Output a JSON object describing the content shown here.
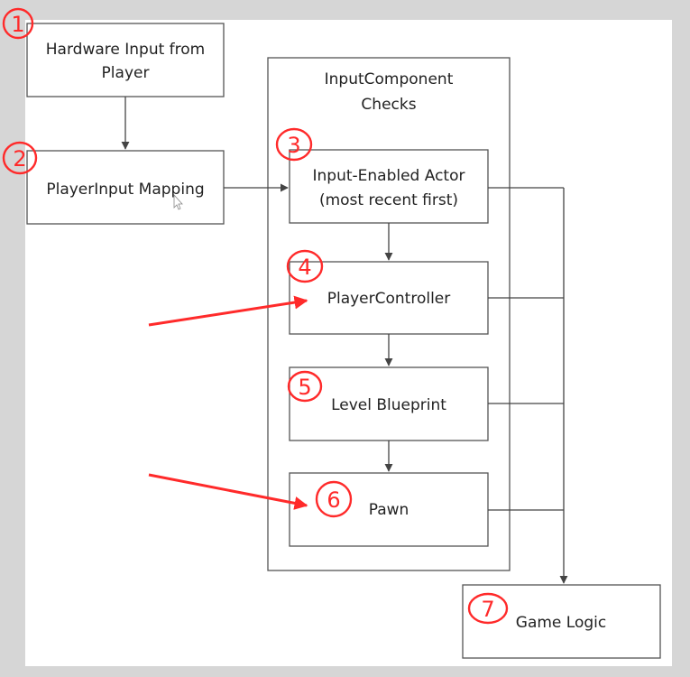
{
  "colors": {
    "background": "#d6d6d6",
    "panel": "#ffffff",
    "box_border": "#555555",
    "connector": "#444444",
    "annotation": "#ff2a2a",
    "text": "#222222"
  },
  "diagram": {
    "hardware_box": {
      "line1": "Hardware Input from",
      "line2": "Player"
    },
    "mapping_box": {
      "label": "PlayerInput Mapping"
    },
    "input_component": {
      "line1": "InputComponent",
      "line2": "Checks"
    },
    "actor_box": {
      "line1": "Input-Enabled Actor",
      "line2": "(most recent first)"
    },
    "controller_box": {
      "label": "PlayerController"
    },
    "level_box": {
      "label": "Level Blueprint"
    },
    "pawn_box": {
      "label": "Pawn"
    },
    "game_logic_box": {
      "label": "Game Logic"
    }
  },
  "annotations": {
    "circles": [
      "1",
      "2",
      "3",
      "4",
      "5",
      "6",
      "7"
    ],
    "arrow_targets": [
      "PlayerController",
      "Pawn"
    ]
  }
}
